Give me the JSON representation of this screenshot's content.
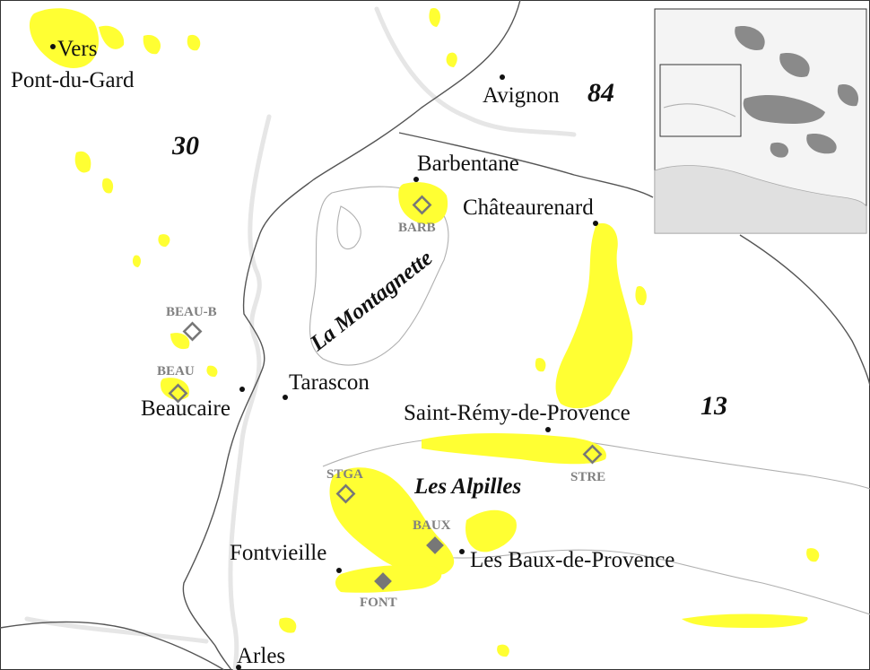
{
  "map": {
    "colors": {
      "outcrop": "#ffff33",
      "site_symbol": "#777777",
      "site_label": "#808080",
      "inset_fill": "#8a8a8a"
    },
    "departments": [
      {
        "id": "30",
        "label": "30"
      },
      {
        "id": "84",
        "label": "84"
      },
      {
        "id": "13",
        "label": "13"
      }
    ],
    "regions": [
      {
        "id": "montagnette",
        "label": "La Montagnette"
      },
      {
        "id": "alpilles",
        "label": "Les Alpilles"
      }
    ],
    "towns": [
      {
        "id": "vers",
        "label": "Vers"
      },
      {
        "id": "pont-du-gard",
        "label": "Pont-du-Gard"
      },
      {
        "id": "avignon",
        "label": "Avignon"
      },
      {
        "id": "barbentane",
        "label": "Barbentane"
      },
      {
        "id": "chateaurenard",
        "label": "Châteaurenard"
      },
      {
        "id": "tarascon",
        "label": "Tarascon"
      },
      {
        "id": "beaucaire",
        "label": "Beaucaire"
      },
      {
        "id": "saint-remy",
        "label": "Saint-Rémy-de-Provence"
      },
      {
        "id": "les-baux",
        "label": "Les Baux-de-Provence"
      },
      {
        "id": "fontvieille",
        "label": "Fontvieille"
      },
      {
        "id": "arles",
        "label": "Arles"
      }
    ],
    "sites": [
      {
        "id": "barb",
        "label": "BARB",
        "symbol": "open-diamond"
      },
      {
        "id": "beau-b",
        "label": "BEAU-B",
        "symbol": "open-diamond"
      },
      {
        "id": "beau",
        "label": "BEAU",
        "symbol": "open-diamond"
      },
      {
        "id": "stga",
        "label": "STGA",
        "symbol": "open-diamond"
      },
      {
        "id": "stre",
        "label": "STRE",
        "symbol": "open-diamond"
      },
      {
        "id": "baux",
        "label": "BAUX",
        "symbol": "filled-diamond"
      },
      {
        "id": "font",
        "label": "FONT",
        "symbol": "filled-diamond"
      }
    ]
  }
}
